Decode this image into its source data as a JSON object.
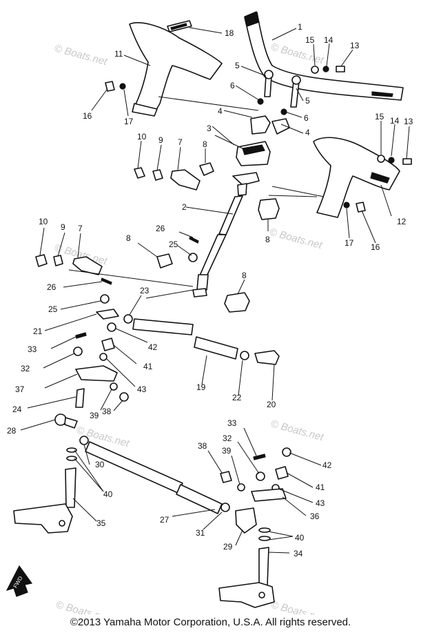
{
  "watermark": "© Boats.net",
  "copyright": "©2013 Yamaha Motor Corporation, U.S.A. All rights reserved.",
  "fwd_label": "FWD",
  "callouts": {
    "n1": "1",
    "n2": "2",
    "n3": "3",
    "n4": "4",
    "n5": "5",
    "n6": "6",
    "n7": "7",
    "n8": "8",
    "n9": "9",
    "n10": "10",
    "n11": "11",
    "n12": "12",
    "n13": "13",
    "n14": "14",
    "n15": "15",
    "n16": "16",
    "n17": "17",
    "n18": "18",
    "n19": "19",
    "n20": "20",
    "n21": "21",
    "n22": "22",
    "n23": "23",
    "n24": "24",
    "n25": "25",
    "n26": "26",
    "n27": "27",
    "n28": "28",
    "n29": "29",
    "n30": "30",
    "n31": "31",
    "n32": "32",
    "n33": "33",
    "n34": "34",
    "n35": "35",
    "n36": "36",
    "n37": "37",
    "n38": "38",
    "n39": "39",
    "n40": "40",
    "n41": "41",
    "n42": "42",
    "n43": "43"
  }
}
